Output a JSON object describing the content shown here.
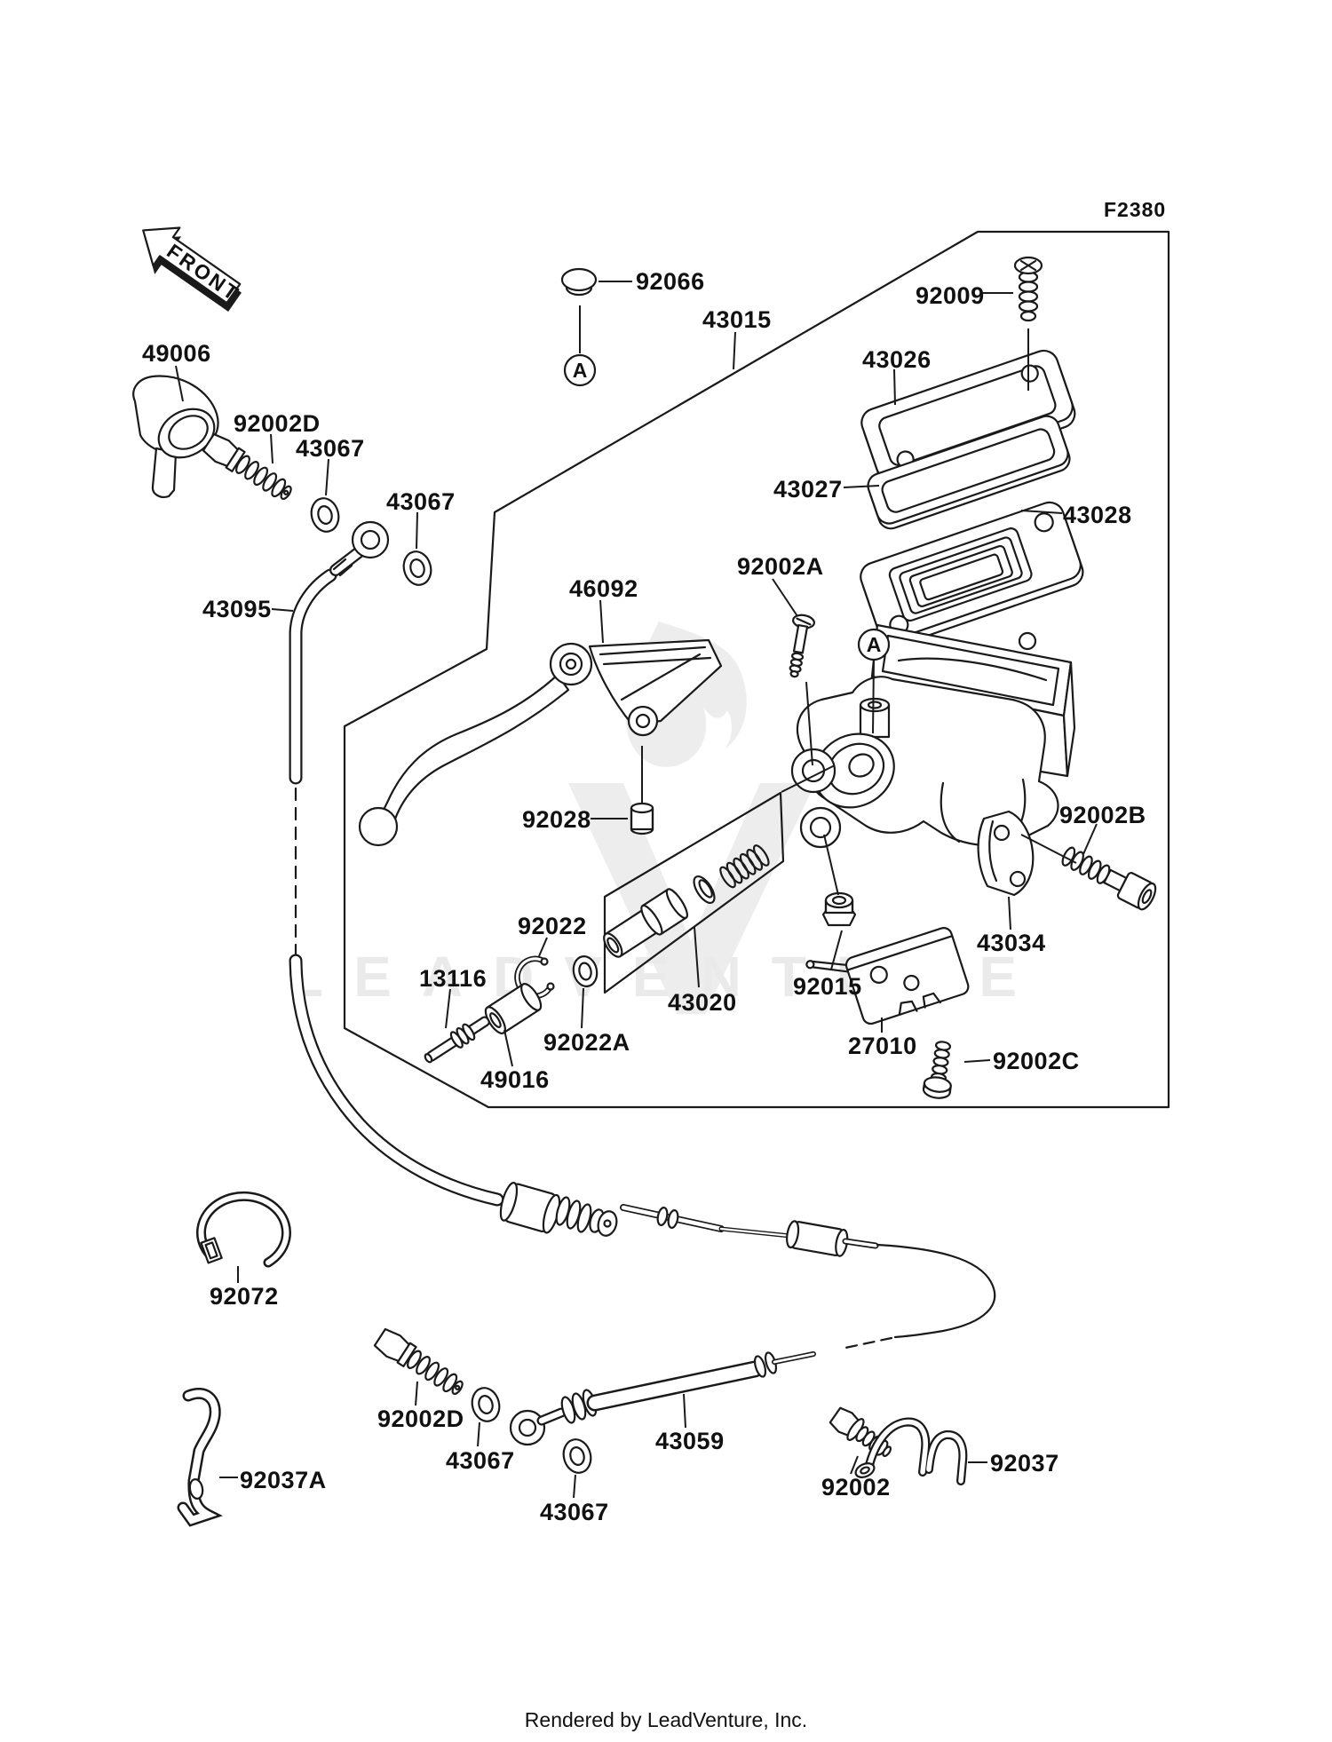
{
  "diagram": {
    "front_label": "FRONT",
    "detail_marker": "A",
    "watermark_text": "LEADVENTURE",
    "footer": "Rendered by LeadVenture, Inc.",
    "colors": {
      "ink": "#1a1a1a",
      "paper": "#ffffff",
      "watermark": "#ededed"
    }
  },
  "labels": [
    {
      "id": "fig-code",
      "text": "F2380"
    },
    {
      "id": "92066",
      "text": "92066"
    },
    {
      "id": "43015",
      "text": "43015"
    },
    {
      "id": "92009",
      "text": "92009"
    },
    {
      "id": "43026",
      "text": "43026"
    },
    {
      "id": "43027",
      "text": "43027"
    },
    {
      "id": "43028",
      "text": "43028"
    },
    {
      "id": "92002A",
      "text": "92002A"
    },
    {
      "id": "46092",
      "text": "46092"
    },
    {
      "id": "92028",
      "text": "92028"
    },
    {
      "id": "92022",
      "text": "92022"
    },
    {
      "id": "13116",
      "text": "13116"
    },
    {
      "id": "92022A",
      "text": "92022A"
    },
    {
      "id": "49016",
      "text": "49016"
    },
    {
      "id": "43020",
      "text": "43020"
    },
    {
      "id": "92015",
      "text": "92015"
    },
    {
      "id": "92002B",
      "text": "92002B"
    },
    {
      "id": "43034",
      "text": "43034"
    },
    {
      "id": "27010",
      "text": "27010"
    },
    {
      "id": "92002C",
      "text": "92002C"
    },
    {
      "id": "49006",
      "text": "49006"
    },
    {
      "id": "92002D",
      "text": "92002D"
    },
    {
      "id": "43067",
      "text": "43067"
    },
    {
      "id": "43067",
      "text": "43067"
    },
    {
      "id": "43095",
      "text": "43095"
    },
    {
      "id": "92072",
      "text": "92072"
    },
    {
      "id": "92002D",
      "text": "92002D"
    },
    {
      "id": "43067",
      "text": "43067"
    },
    {
      "id": "43067",
      "text": "43067"
    },
    {
      "id": "92037A",
      "text": "92037A"
    },
    {
      "id": "43059",
      "text": "43059"
    },
    {
      "id": "92002",
      "text": "92002"
    },
    {
      "id": "92037",
      "text": "92037"
    }
  ]
}
